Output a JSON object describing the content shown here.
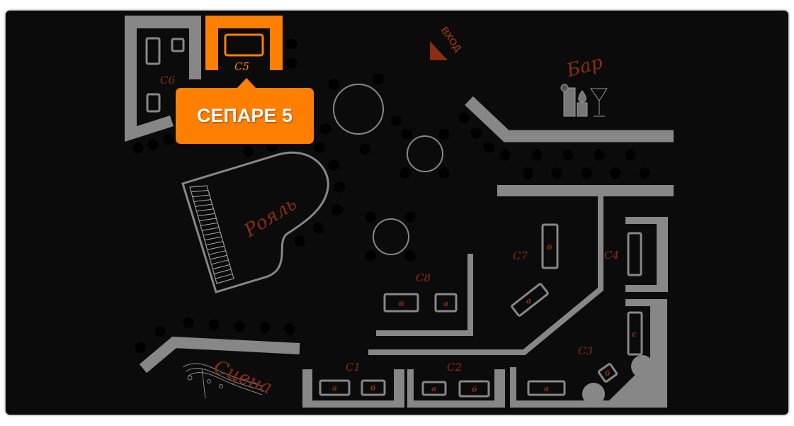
{
  "tooltip": {
    "text": "СЕПАРЕ 5"
  },
  "entrance": {
    "label": "ВХОД"
  },
  "zones": {
    "bar": "Бар",
    "piano": "Рояль",
    "stage": "Сцена"
  },
  "separe": {
    "c1": {
      "label": "C1",
      "tables": [
        "а",
        "б"
      ]
    },
    "c2": {
      "label": "C2",
      "tables": [
        "а",
        "б"
      ]
    },
    "c3": {
      "label": "C3",
      "tables": [
        "с",
        "б",
        "а"
      ]
    },
    "c4": {
      "label": "C4"
    },
    "c5": {
      "label": "C5"
    },
    "c6": {
      "label": "C6"
    },
    "c7": {
      "label": "C7",
      "tables": [
        "б",
        "а"
      ]
    },
    "c8": {
      "label": "C8",
      "tables": [
        "б",
        "а"
      ]
    }
  },
  "colors": {
    "background": "#0b0b0b",
    "wall": "#878787",
    "accent": "#ff7f00",
    "label": "#8a2d10"
  }
}
